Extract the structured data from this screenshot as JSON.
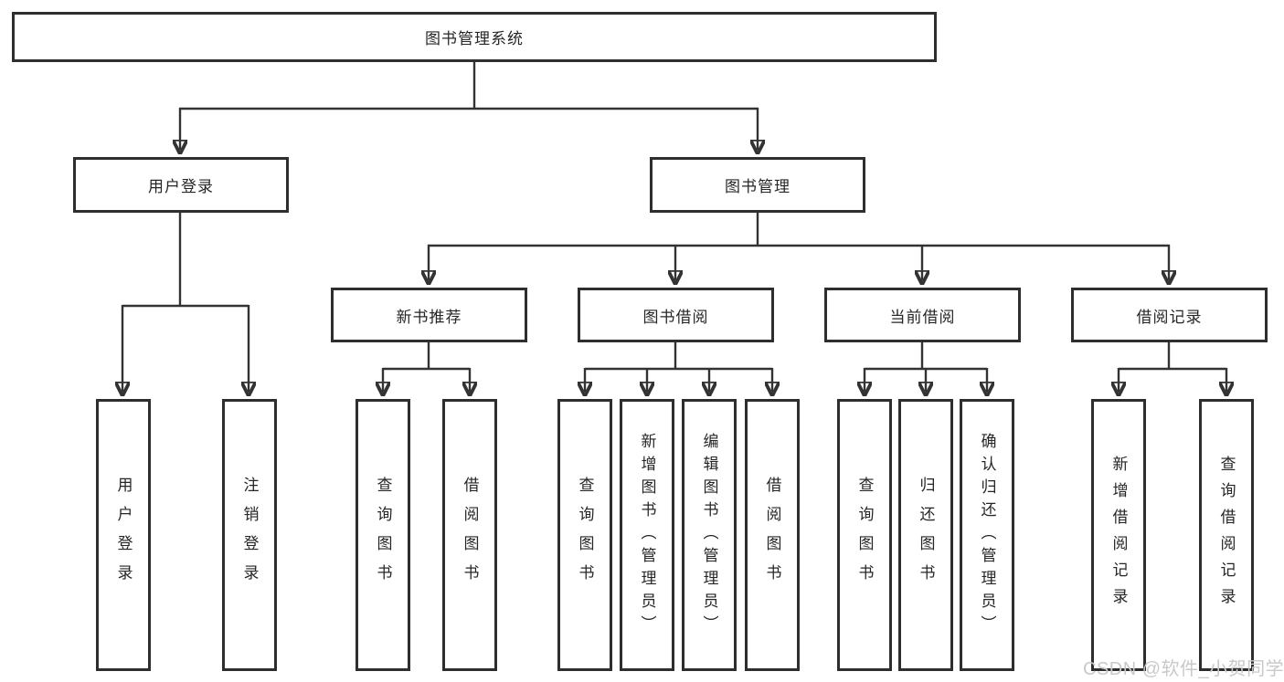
{
  "diagram_title": "图书管理系统",
  "tree": {
    "root": {
      "label": "图书管理系统",
      "children": [
        {
          "label": "用户登录",
          "children": [
            {
              "label": "用户登录"
            },
            {
              "label": "注销登录"
            }
          ]
        },
        {
          "label": "图书管理",
          "children": [
            {
              "label": "新书推荐",
              "children": [
                {
                  "label": "查询图书"
                },
                {
                  "label": "借阅图书"
                }
              ]
            },
            {
              "label": "图书借阅",
              "children": [
                {
                  "label": "查询图书"
                },
                {
                  "label": "新增图书（管理员）"
                },
                {
                  "label": "编辑图书（管理员）"
                },
                {
                  "label": "借阅图书"
                }
              ]
            },
            {
              "label": "当前借阅",
              "children": [
                {
                  "label": "查询图书"
                },
                {
                  "label": "归还图书"
                },
                {
                  "label": "确认归还（管理员）"
                }
              ]
            },
            {
              "label": "借阅记录",
              "children": [
                {
                  "label": "新增借阅记录"
                },
                {
                  "label": "查询借阅记录"
                }
              ]
            }
          ]
        }
      ]
    }
  },
  "watermark": {
    "text": "CSDN @软件_小贺同学"
  },
  "colors": {
    "line": "#333333",
    "box_border": "#2e2e2e",
    "text": "#262626",
    "watermark": "#c9c9c9",
    "background": "#ffffff"
  }
}
